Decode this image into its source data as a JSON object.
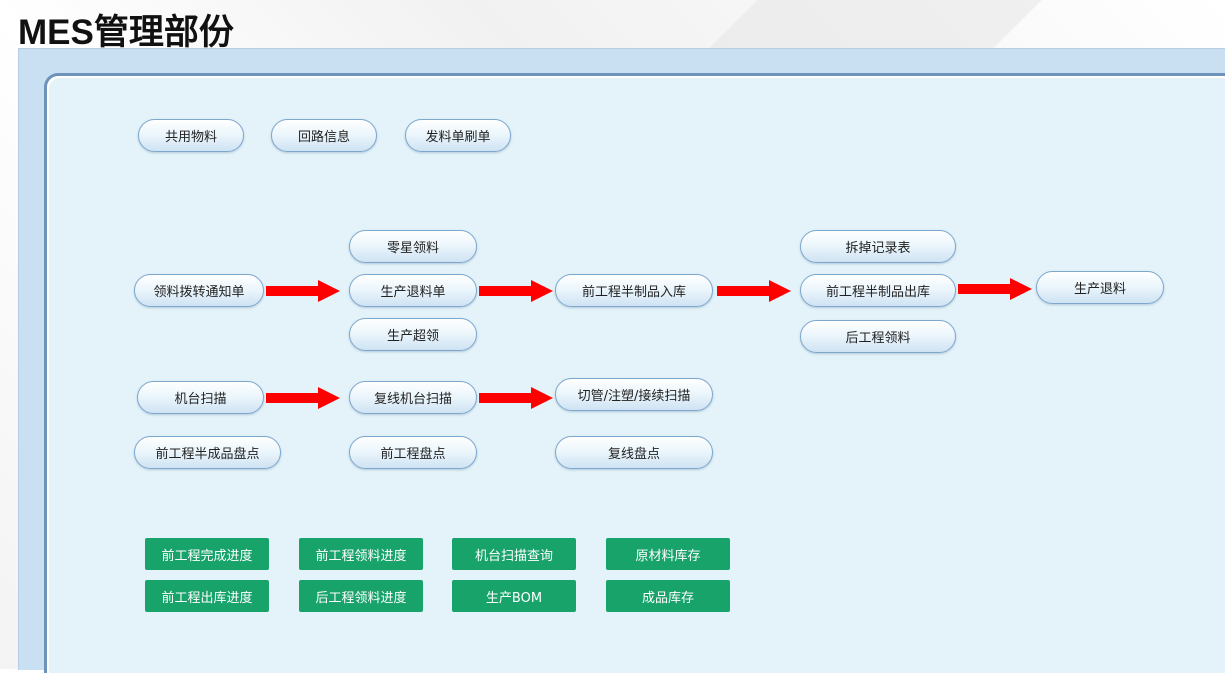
{
  "title": "MES管理部份",
  "top_buttons": [
    "共用物料",
    "回路信息",
    "发料单刷单"
  ],
  "flow": {
    "issue_transfer_notice": "领料拨转通知单",
    "retail_picking": "零星领料",
    "production_return_note": "生产退料单",
    "production_over_picking": "生产超领",
    "front_semi_inbound": "前工程半制品入库",
    "disassembly_record": "拆掉记录表",
    "front_semi_outbound": "前工程半制品出库",
    "back_picking": "后工程领料",
    "production_return": "生产退料",
    "machine_scan": "机台扫描",
    "compound_machine_scan": "复线机台扫描",
    "cut_inject_connect_scan": "切管/注塑/接续扫描",
    "front_semi_inventory": "前工程半成品盘点",
    "front_inventory": "前工程盘点",
    "compound_inventory": "复线盘点"
  },
  "green_buttons": [
    [
      "前工程完成进度",
      "前工程领料进度",
      "机台扫描查询",
      "原材料库存"
    ],
    [
      "前工程出库进度",
      "后工程领料进度",
      "生产BOM",
      "成品库存"
    ]
  ],
  "colors": {
    "arrow": "#ff0000",
    "green_button": "#18a36b",
    "panel_bg": "#e3f3f9",
    "panel_border": "#6d93bb"
  }
}
